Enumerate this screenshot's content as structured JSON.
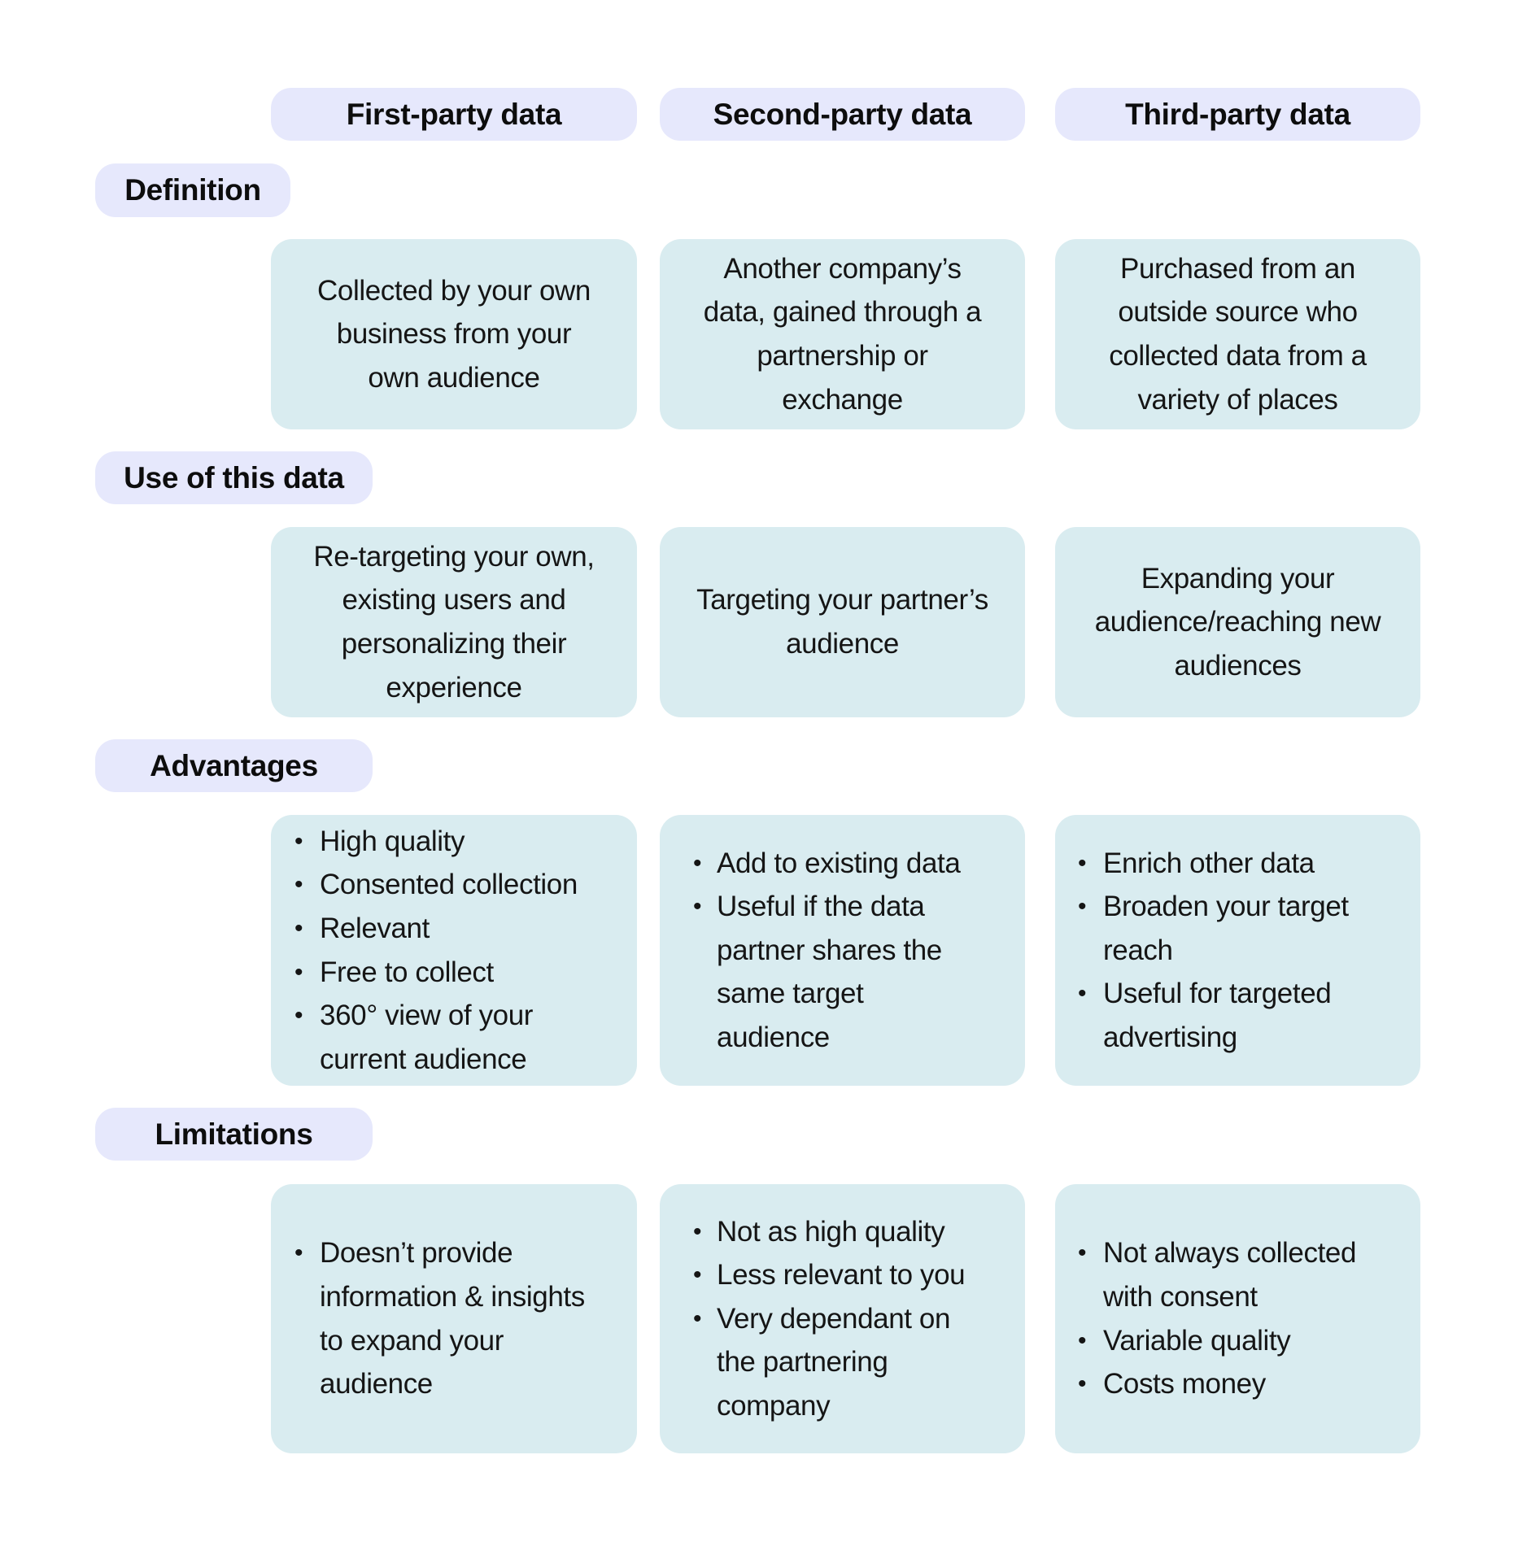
{
  "columns": [
    {
      "label": "First-party data"
    },
    {
      "label": "Second-party data"
    },
    {
      "label": "Third-party data"
    }
  ],
  "colors": {
    "label_bg": "#E6E8FC",
    "cell_bg": "#D9ECF0",
    "text": "#111111",
    "background": "#FFFFFF"
  },
  "rows": {
    "definition": {
      "label": "Definition",
      "cells": [
        {
          "lines": [
            "Collected by your own",
            "business from your",
            "own audience"
          ]
        },
        {
          "lines": [
            "Another company’s",
            "data, gained through a",
            "partnership or",
            "exchange"
          ]
        },
        {
          "lines": [
            "Purchased from an",
            "outside source who",
            "collected data from a",
            "variety of places"
          ]
        }
      ]
    },
    "use": {
      "label": "Use of this data",
      "cells": [
        {
          "lines": [
            "Re-targeting your own,",
            "existing users and",
            "personalizing their",
            "experience"
          ]
        },
        {
          "lines": [
            "Targeting your partner’s",
            "audience"
          ]
        },
        {
          "lines": [
            "Expanding your",
            "audience/reaching new",
            "audiences"
          ]
        }
      ]
    },
    "advantages": {
      "label": "Advantages",
      "bullet": "•",
      "cells": [
        {
          "items": [
            {
              "lines": [
                "High quality"
              ]
            },
            {
              "lines": [
                "Consented collection"
              ]
            },
            {
              "lines": [
                "Relevant"
              ]
            },
            {
              "lines": [
                "Free to collect"
              ]
            },
            {
              "lines": [
                "360° view of your",
                "current audience"
              ]
            }
          ]
        },
        {
          "items": [
            {
              "lines": [
                "Add to existing data"
              ]
            },
            {
              "lines": [
                "Useful if the data",
                "partner shares the",
                "same target",
                "audience"
              ]
            }
          ]
        },
        {
          "items": [
            {
              "lines": [
                "Enrich other data"
              ]
            },
            {
              "lines": [
                "Broaden your target",
                "reach"
              ]
            },
            {
              "lines": [
                "Useful for targeted",
                "advertising"
              ]
            }
          ]
        }
      ]
    },
    "limitations": {
      "label": "Limitations",
      "bullet": "•",
      "cells": [
        {
          "items": [
            {
              "lines": [
                "Doesn’t provide",
                "information & insights",
                "to expand your",
                "audience"
              ]
            }
          ]
        },
        {
          "items": [
            {
              "lines": [
                "Not as high quality"
              ]
            },
            {
              "lines": [
                "Less relevant to you"
              ]
            },
            {
              "lines": [
                "Very dependant on",
                "the partnering",
                "company"
              ]
            }
          ]
        },
        {
          "items": [
            {
              "lines": [
                "Not always collected",
                "with consent"
              ]
            },
            {
              "lines": [
                "Variable quality"
              ]
            },
            {
              "lines": [
                "Costs money"
              ]
            }
          ]
        }
      ]
    }
  }
}
